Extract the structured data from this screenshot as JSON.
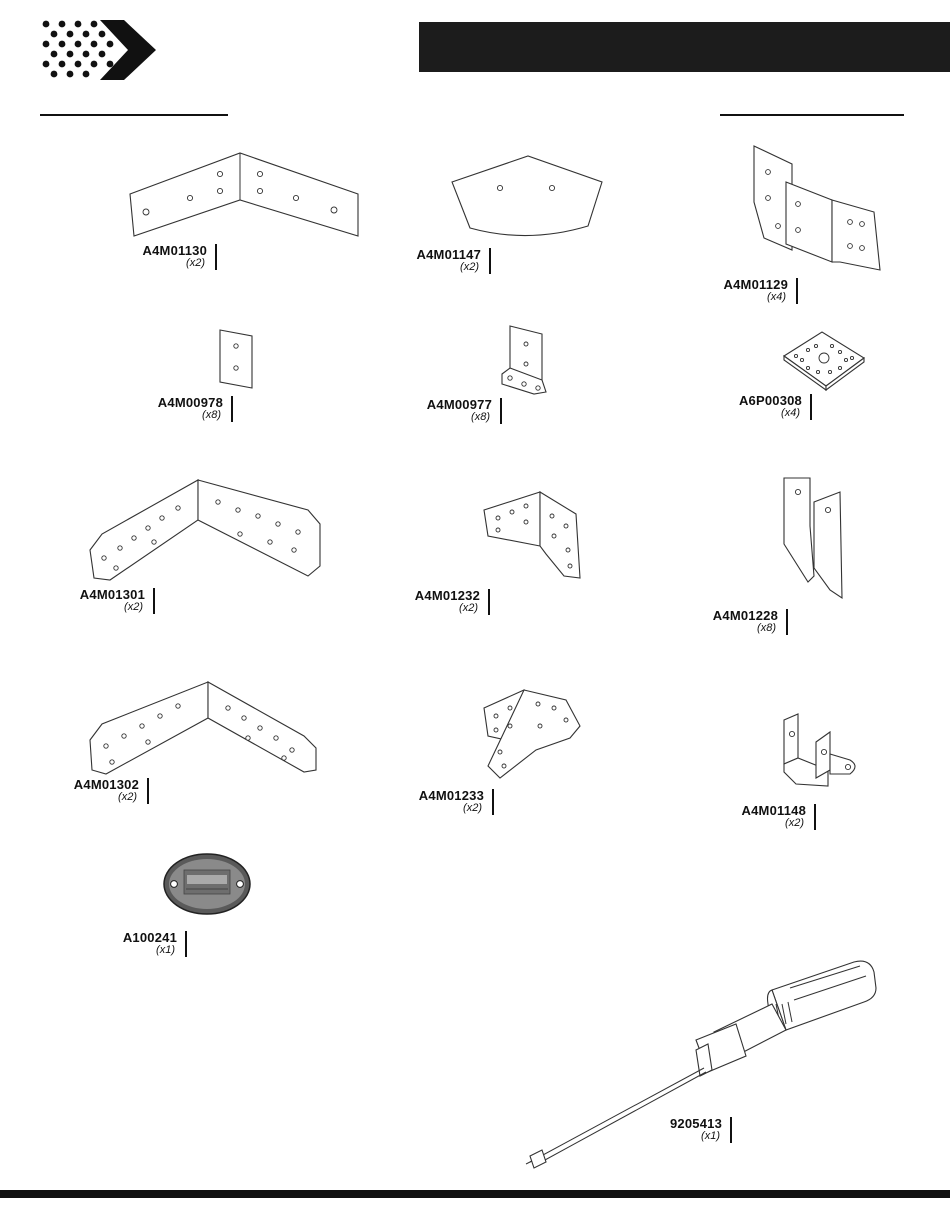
{
  "parts": [
    {
      "code": "A4M01130",
      "qty": "(x2)"
    },
    {
      "code": "A4M01147",
      "qty": "(x2)"
    },
    {
      "code": "A4M01129",
      "qty": "(x4)"
    },
    {
      "code": "A4M00978",
      "qty": "(x8)"
    },
    {
      "code": "A4M00977",
      "qty": "(x8)"
    },
    {
      "code": "A6P00308",
      "qty": "(x4)"
    },
    {
      "code": "A4M01301",
      "qty": "(x2)"
    },
    {
      "code": "A4M01232",
      "qty": "(x2)"
    },
    {
      "code": "A4M01228",
      "qty": "(x8)"
    },
    {
      "code": "A4M01302",
      "qty": "(x2)"
    },
    {
      "code": "A4M01233",
      "qty": "(x2)"
    },
    {
      "code": "A4M01148",
      "qty": "(x2)"
    },
    {
      "code": "A100241",
      "qty": "(x1)"
    },
    {
      "code": "9205413",
      "qty": "(x1)"
    }
  ],
  "colors": {
    "header_bar": "#1c1c1c",
    "ink": "#111111"
  },
  "icons": {
    "logo": "dotted-arrow-logo-icon"
  }
}
